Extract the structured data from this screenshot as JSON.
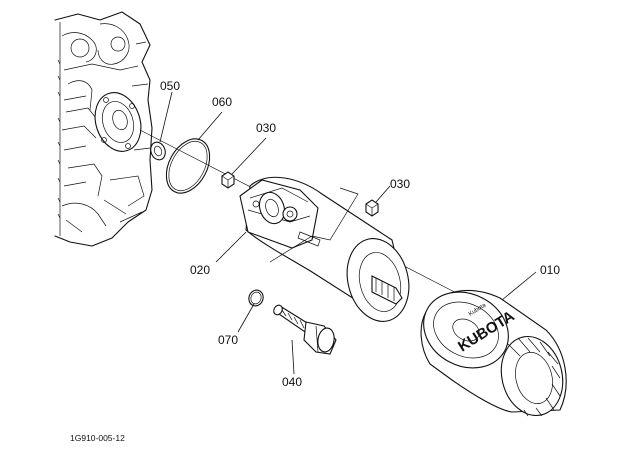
{
  "parts": [
    {
      "id": "p050",
      "label": "050"
    },
    {
      "id": "p060",
      "label": "060"
    },
    {
      "id": "p030a",
      "label": "030"
    },
    {
      "id": "p030b",
      "label": "030"
    },
    {
      "id": "p020",
      "label": "020"
    },
    {
      "id": "p010",
      "label": "010"
    },
    {
      "id": "p070",
      "label": "070"
    },
    {
      "id": "p040",
      "label": "040"
    }
  ],
  "diagram_code": "1G910-005-12",
  "filter_brand": "KUBOTA",
  "filter_small_text": "Kubota"
}
